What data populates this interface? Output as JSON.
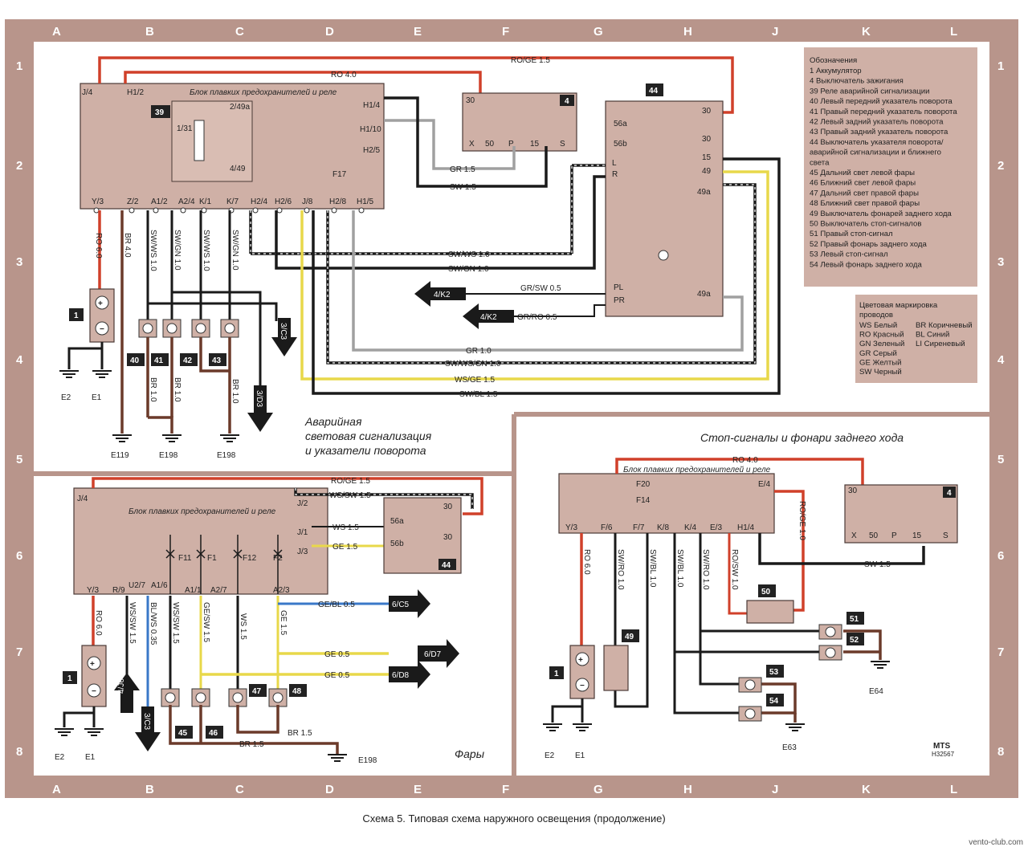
{
  "grid": {
    "columns": [
      "A",
      "B",
      "C",
      "D",
      "E",
      "F",
      "G",
      "H",
      "J",
      "K",
      "L"
    ],
    "rows": [
      "1",
      "2",
      "3",
      "4",
      "5",
      "6",
      "7",
      "8"
    ]
  },
  "section_titles": {
    "hazard": [
      "Аварийная",
      "световая сигнализация",
      "и указатели поворота"
    ],
    "stop": "Стоп-сигналы и фонари заднего хода",
    "headlights": "Фары"
  },
  "caption": "Схема 5. Типовая схема наружного освещения (продолжение)",
  "watermark": "vento-club.com",
  "mts": "MTS",
  "mts_code": "H32567",
  "legend": {
    "title": "Обозначения",
    "items": [
      "1    Аккумулятор",
      "4    Выключатель зажигания",
      "39  Реле аварийной сигнализации",
      "40  Левый передний указатель поворота",
      "41  Правый передний указатель поворота",
      "42  Левый задний указатель поворота",
      "43  Правый задний указатель поворота",
      "44  Выключатель указателя поворота/",
      "      аварийной сигнализации и ближнего",
      "      света",
      "45  Дальний свет левой фары",
      "46  Ближний свет левой фары",
      "47  Дальний свет правой фары",
      "48  Ближний свет правой фары",
      "49  Выключатель фонарей заднего хода",
      "50  Выключатель стоп-сигналов",
      "51  Правый стоп-сигнал",
      "52  Правый фонарь заднего хода",
      "53  Левый стоп-сигнал",
      "54  Левый фонарь заднего хода"
    ]
  },
  "color_legend": {
    "title": [
      "Цветовая маркировка",
      "проводов"
    ],
    "left": [
      "WS Белый",
      "RO  Красный",
      "GN  Зеленый",
      "GR  Серый",
      "GE  Желтый",
      "SW  Черный"
    ],
    "right": [
      "BR Коричневый",
      "BL  Синий",
      "LI   Сиреневый"
    ]
  },
  "fuse_block_label": "Блок плавких предохранителей и реле",
  "top": {
    "wires": {
      "ro_ge_15": "RO/GE 1.5",
      "ro_40": "RO 4.0",
      "gr_15": "GR 1.5",
      "sw_15": "SW 1.5",
      "sw_ws_10": "SW/WS 1.0",
      "sw_gn_10": "SW/GN 1.0",
      "gr_sw_05": "GR/SW 0.5",
      "gr_ro_05": "GR/RO 0.5",
      "gr_10": "GR 1.0",
      "sw_ws_gn_10": "SW/WS/GN 1.0",
      "ws_ge_15": "WS/GE 1.5",
      "sw_bl_15": "SW/BL 1.5"
    },
    "verticals": [
      "RO 6.0",
      "BR 4.0",
      "SW/WS 1.0",
      "SW/GN 1.0",
      "SW/WS 1.0",
      "SW/GN 1.0"
    ],
    "br_wires": [
      "BR 1.0",
      "BR 1.0",
      "BR 1.0"
    ],
    "pins_bottom": [
      "Y/3",
      "Z/2",
      "A1/2",
      "A2/4",
      "K/1",
      "K/7",
      "H2/4",
      "H2/6",
      "J/8",
      "H2/8",
      "H1/5"
    ],
    "pins_top": [
      "J/4",
      "H1/2",
      "2/49a",
      "1/31",
      "4/49",
      "H1/4",
      "H1/10",
      "H2/5",
      "F17"
    ],
    "switch4_pins": [
      "30",
      "X",
      "50",
      "P",
      "15",
      "S"
    ],
    "switch44_pins": [
      "56a",
      "56b",
      "L",
      "R",
      "PL",
      "PR",
      "30",
      "15",
      "49",
      "49a",
      "49a"
    ],
    "arrows": [
      "4/K2",
      "4/K2",
      "3/C3",
      "3/D3"
    ],
    "grounds": [
      "E2",
      "E1",
      "E119",
      "E198",
      "E198"
    ],
    "numbers": [
      "1",
      "39",
      "4",
      "44",
      "40",
      "41",
      "42",
      "43"
    ]
  },
  "bottom_left": {
    "wires": {
      "ro_ge_15": "RO/GE 1.5",
      "ws_sw_15": "WS/SW 1.5",
      "ws_15": "WS 1.5",
      "ge_15": "GE 1.5",
      "ge_bl_05": "GE/BL 0.5",
      "ge_05a": "GE 0.5",
      "ge_05b": "GE 0.5",
      "br_15a": "BR 1.5",
      "br_15b": "BR 1.5"
    },
    "pins": [
      "J/4",
      "J/2",
      "J/1",
      "J/3",
      "Y/3",
      "R/9",
      "U2/7",
      "A1/6",
      "A1/1",
      "A2/7",
      "A2/3",
      "F11",
      "F1",
      "F12",
      "F2",
      "56a",
      "56b",
      "30",
      "30"
    ],
    "verticals": [
      "RO 6.0",
      "WS/SW 1.5",
      "BL/WS 0.35",
      "WS/SW 1.5",
      "GE/SW 1.5",
      "WS 1.5",
      "GE 1.5"
    ],
    "arrows": [
      "6/C5",
      "6/D7",
      "6/D8",
      "4/J6",
      "3/C3"
    ],
    "grounds": [
      "E2",
      "E1",
      "E198"
    ],
    "numbers": [
      "1",
      "44",
      "45",
      "46",
      "47",
      "48"
    ]
  },
  "bottom_right": {
    "wires": {
      "ro_40": "RO 4.0",
      "ro_ge_10": "RO/GE 1.0",
      "sw_15": "SW 1.5"
    },
    "pins": [
      "Y/3",
      "F/6",
      "F/7",
      "K/8",
      "K/4",
      "E/3",
      "H1/4",
      "E/4",
      "F20",
      "F14"
    ],
    "verticals": [
      "RO 6.0",
      "SW/RO 1.0",
      "SW/BL 1.0",
      "SW/BL 1.0",
      "SW/RO 1.0",
      "RO/SW 1.0"
    ],
    "switch4_pins": [
      "30",
      "X",
      "50",
      "P",
      "15",
      "S"
    ],
    "grounds": [
      "E2",
      "E1",
      "E63",
      "E64"
    ],
    "numbers": [
      "1",
      "4",
      "49",
      "50",
      "51",
      "52",
      "53",
      "54"
    ]
  },
  "colors": {
    "frame": "#b8958b",
    "block": "#cfb0a6",
    "wire_black": "#1a1a1a",
    "wire_red": "#d0402a",
    "wire_yellow": "#e8d84a",
    "wire_brown": "#6b3a2a",
    "wire_gray": "#a0a0a0",
    "wire_blue": "#3a78c8"
  }
}
